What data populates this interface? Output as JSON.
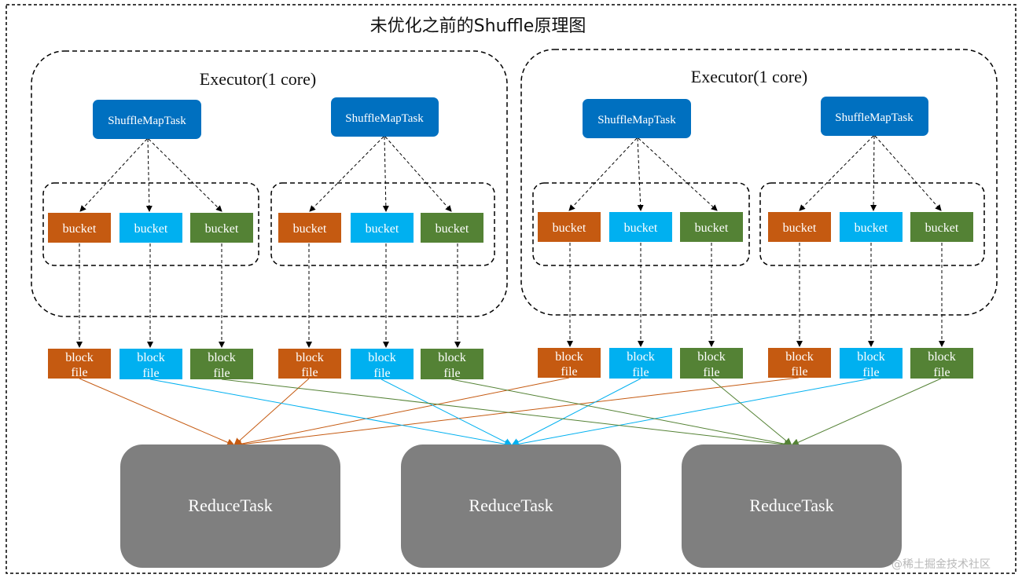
{
  "title": "未优化之前的Shuffle原理图",
  "executor_label": "Executor(1 core)",
  "map_task_label": "ShuffleMapTask",
  "bucket_label": "bucket",
  "block_file_label_line1": "block",
  "block_file_label_line2": "file",
  "reduce_task_label": "ReduceTask",
  "watermark": "@稀土掘金技术社区",
  "colors": {
    "orange": "#C55A11",
    "blue": "#00B0F0",
    "green": "#548235",
    "task_blue": "#0070C0",
    "reduce_gray": "#7F7F7F"
  }
}
